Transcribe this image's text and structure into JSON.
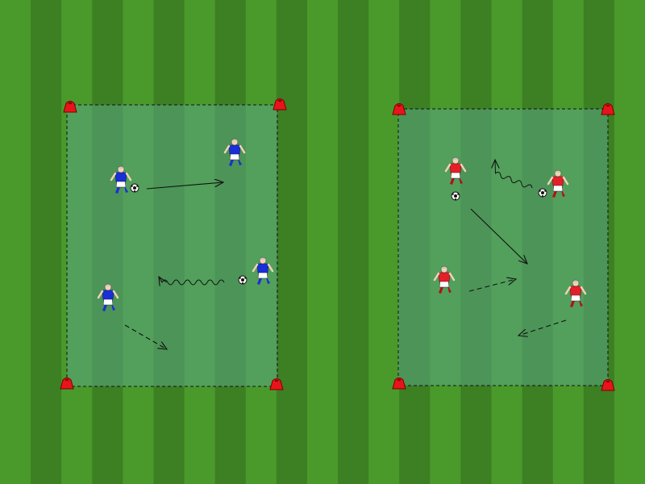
{
  "colors": {
    "stripe_light": "#4a9a2b",
    "stripe_dark": "#3d7f23",
    "zone_fill": "#5aa684",
    "cone": "#e8141c",
    "team_blue": "#1b2fd6",
    "team_red": "#e3202a",
    "skin": "#f2d2b6",
    "line": "#111111"
  },
  "pitch": {
    "stripe_count": 21
  },
  "zones": [
    {
      "id": "left-zone",
      "team": "blue",
      "player_count": 4,
      "ball_count": 2
    },
    {
      "id": "right-zone",
      "team": "red",
      "player_count": 4,
      "ball_count": 2
    }
  ],
  "legend_symbols": {
    "pass": "solid-arrow",
    "dribble": "wavy-arrow",
    "run": "dashed-arrow"
  }
}
